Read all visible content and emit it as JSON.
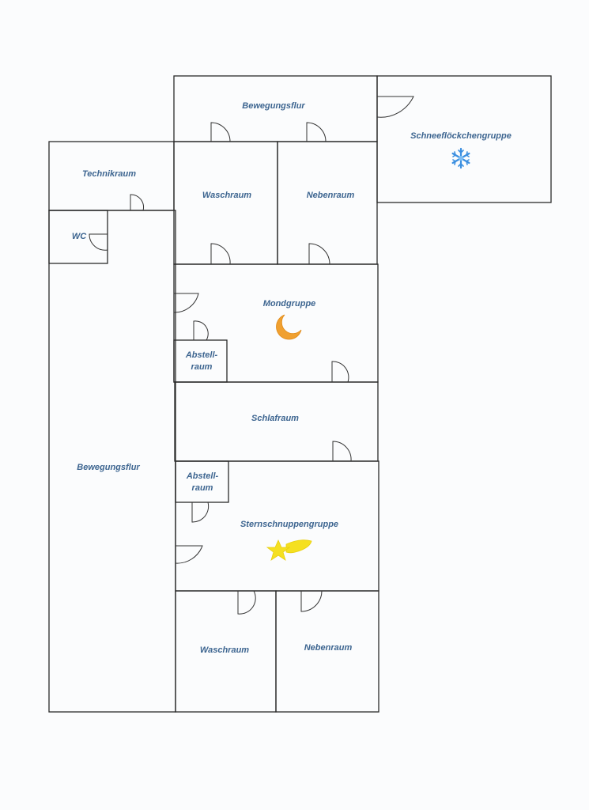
{
  "labels": {
    "bewegungsflur_top": "Bewegungsflur",
    "schneeflockchen": "Schneeflöckchengruppe",
    "technikraum": "Technikraum",
    "waschraum_top": "Waschraum",
    "nebenraum_top": "Nebenraum",
    "wc": "WC",
    "mondgruppe": "Mondgruppe",
    "abstellraum_1_line1": "Abstell-",
    "abstellraum_1_line2": "raum",
    "schlafraum": "Schlafraum",
    "abstellraum_2_line1": "Abstell-",
    "abstellraum_2_line2": "raum",
    "bewegungsflur_left": "Bewegungsflur",
    "sternschnuppen": "Sternschnuppengruppe",
    "waschraum_bottom": "Waschraum",
    "nebenraum_bottom": "Nebenraum"
  },
  "icons": {
    "snowflake": "snowflake-icon",
    "moon": "crescent-moon-icon",
    "star": "shooting-star-icon"
  },
  "colors": {
    "label": "#3d6590",
    "snowflake": "#3b8fe0",
    "moon": "#f0a030",
    "star": "#f5e020"
  }
}
